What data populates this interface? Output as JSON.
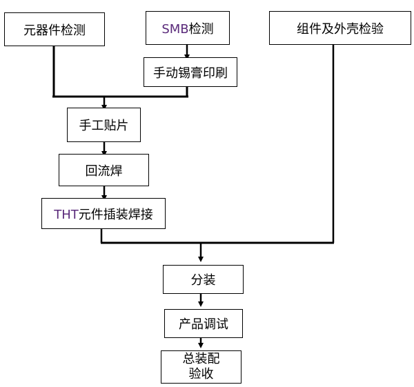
{
  "nodes": {
    "component_inspection": "元器件检测",
    "smb_prefix": "SMB",
    "smb_suffix": "检测",
    "component_housing_inspection": "组件及外壳检验",
    "solder_paste_printing": "手动锡膏印刷",
    "manual_placement": "手工贴片",
    "reflow_soldering": "回流焊",
    "tht_prefix": "THT",
    "tht_suffix": "元件插装焊接",
    "sub_assembly": "分装",
    "product_debugging": "产品调试",
    "final_line1": "总装配",
    "final_line2": "验收"
  },
  "colors": {
    "line": "#000000",
    "prefix_text": "#5a2a7a"
  }
}
